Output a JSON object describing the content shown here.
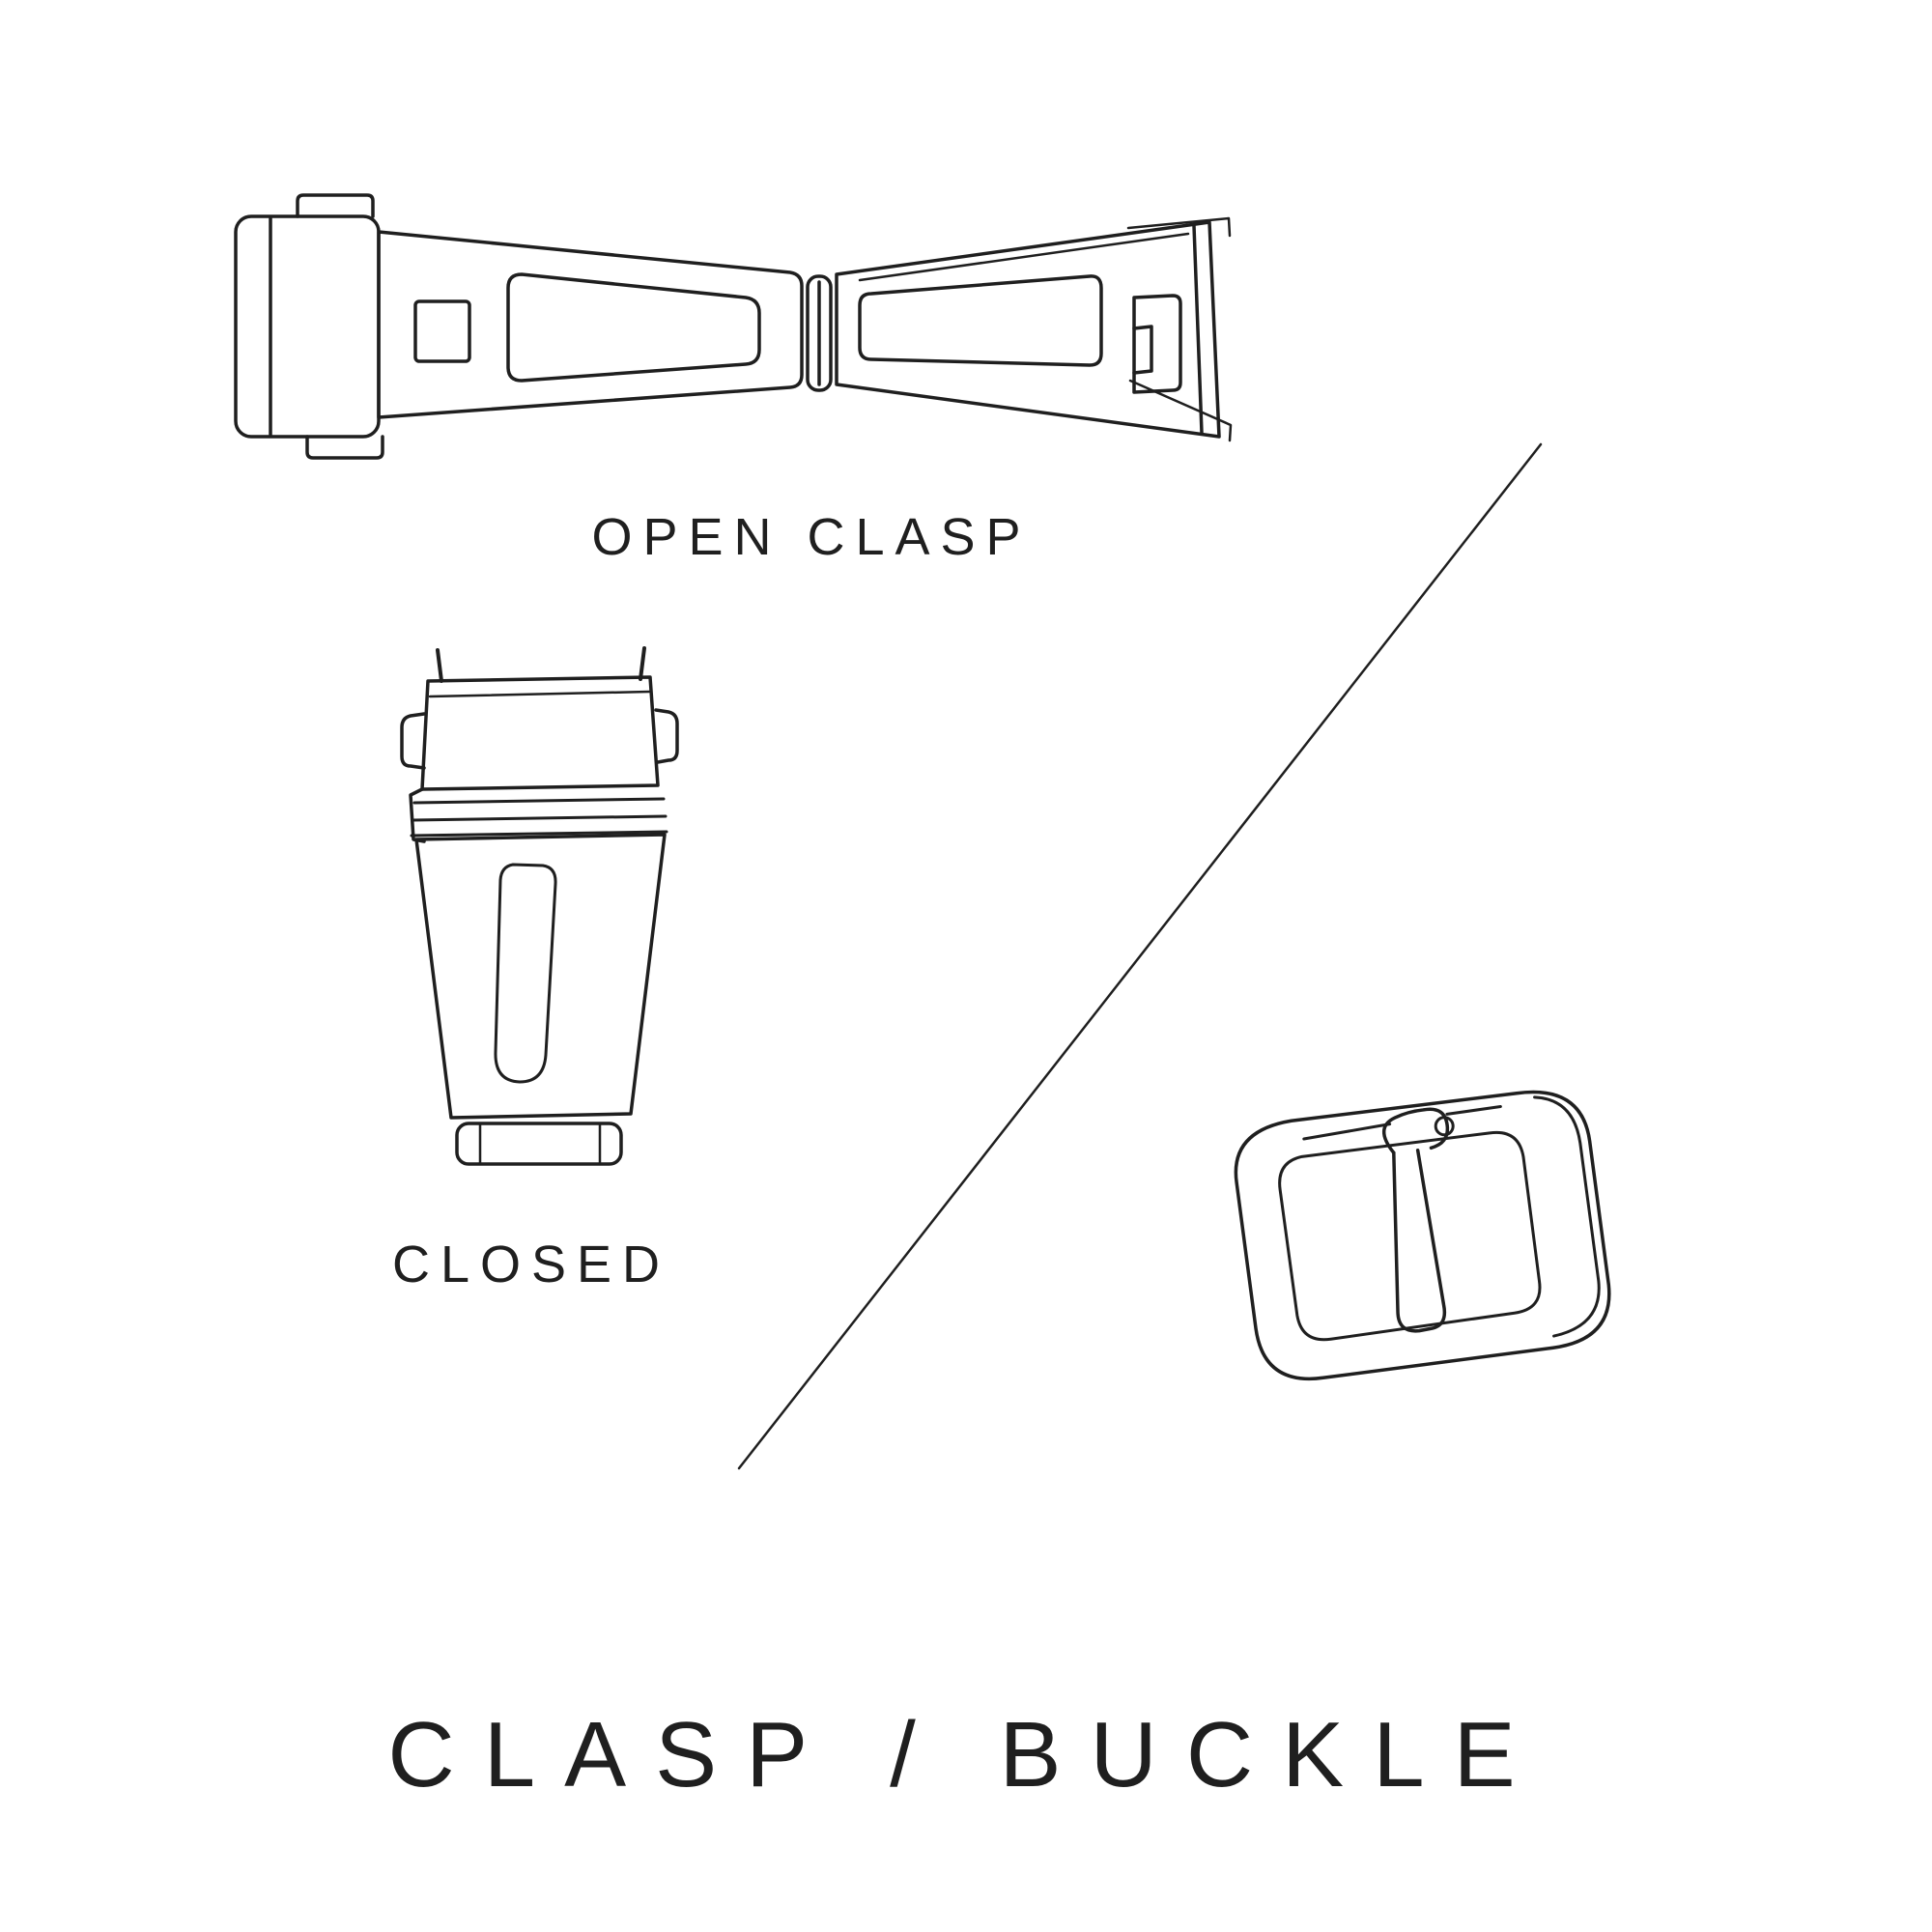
{
  "page": {
    "background_color": "#ffffff",
    "line_color": "#1f1f1f",
    "text_color": "#1f1f1f"
  },
  "title": {
    "text": "CLASP / BUCKLE"
  },
  "figures": {
    "open_clasp": {
      "label": "OPEN CLASP",
      "icon": "open-deployant-clasp-illustration"
    },
    "closed_clasp": {
      "label": "CLOSED",
      "icon": "closed-clasp-illustration"
    },
    "tang_buckle": {
      "icon": "tang-buckle-illustration"
    },
    "divider": {
      "icon": "diagonal-divider-line"
    }
  }
}
